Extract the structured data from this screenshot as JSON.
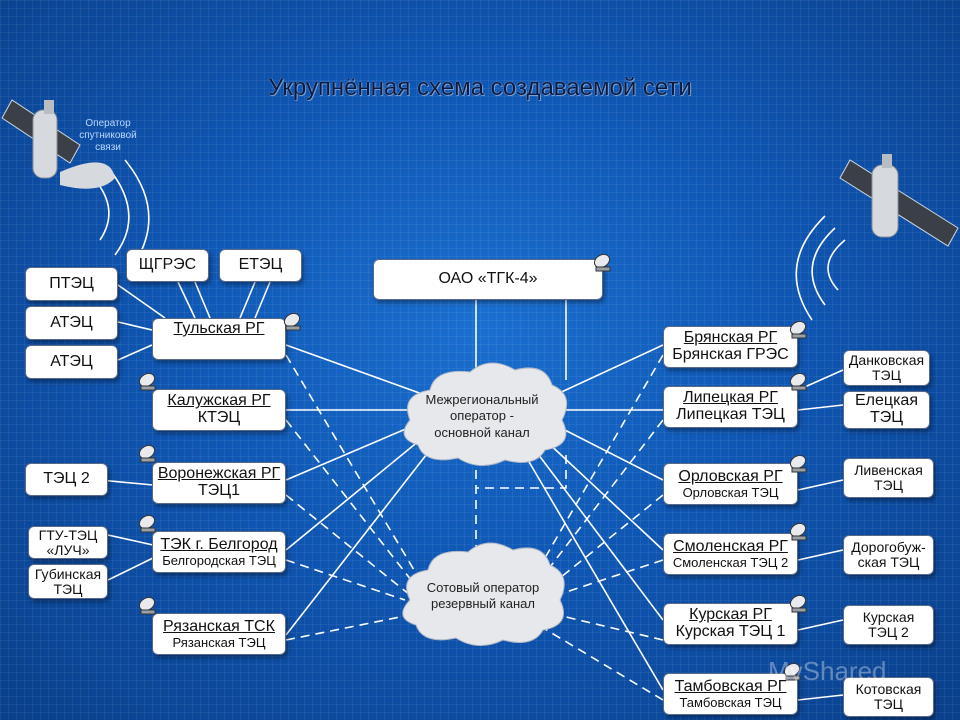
{
  "title": "Укрупнённая схема создаваемой сети",
  "satellite_label": [
    "Оператор",
    "спутниковой",
    "связи"
  ],
  "tgk": "ОАО «ТГК-4»",
  "cloud_main": [
    "Межрегиональный",
    "оператор -",
    "основной канал"
  ],
  "cloud_backup": [
    "Сотовый оператор",
    "резервный канал"
  ],
  "left_small": {
    "ptec": "ПТЭЦ",
    "atec1": "АТЭЦ",
    "atec2": "АТЭЦ",
    "shgres": "ЩГРЭС",
    "etec": "ЕТЭЦ",
    "tec2": "ТЭЦ 2",
    "gtu_1": "ГТУ-ТЭЦ",
    "gtu_2": "«ЛУЧ»",
    "gub_1": "Губинская",
    "gub_2": "ТЭЦ"
  },
  "left_rg": [
    {
      "l1": "Тульская РГ",
      "l2": ""
    },
    {
      "l1": "Калужская РГ",
      "l2": "КТЭЦ"
    },
    {
      "l1": "Воронежская РГ",
      "l2": "ТЭЦ1"
    },
    {
      "l1": "ТЭК г. Белгород",
      "l2": "Белгородская ТЭЦ"
    },
    {
      "l1": "Рязанская ТСК",
      "l2": "Рязанская ТЭЦ"
    }
  ],
  "right_rg": [
    {
      "l1": "Брянская РГ",
      "l2": "Брянская ГРЭС"
    },
    {
      "l1": "Липецкая РГ",
      "l2": "Липецкая ТЭЦ"
    },
    {
      "l1": "Орловская РГ",
      "l2": "Орловская ТЭЦ"
    },
    {
      "l1": "Смоленская РГ",
      "l2": "Смоленская ТЭЦ 2"
    },
    {
      "l1": "Курская РГ",
      "l2": "Курская ТЭЦ 1"
    },
    {
      "l1": "Тамбовская РГ",
      "l2": "Тамбовская ТЭЦ"
    }
  ],
  "right_small": [
    {
      "l1": "Данковская",
      "l2": "ТЭЦ"
    },
    {
      "l1": "Елецкая",
      "l2": "ТЭЦ"
    },
    {
      "l1": "Ливенская",
      "l2": "ТЭЦ"
    },
    {
      "l1": "Дорогобуж-",
      "l2": "ская ТЭЦ"
    },
    {
      "l1": "Курская",
      "l2": "ТЭЦ 2"
    },
    {
      "l1": "Котовская",
      "l2": "ТЭЦ"
    }
  ],
  "watermark": "MyShared"
}
